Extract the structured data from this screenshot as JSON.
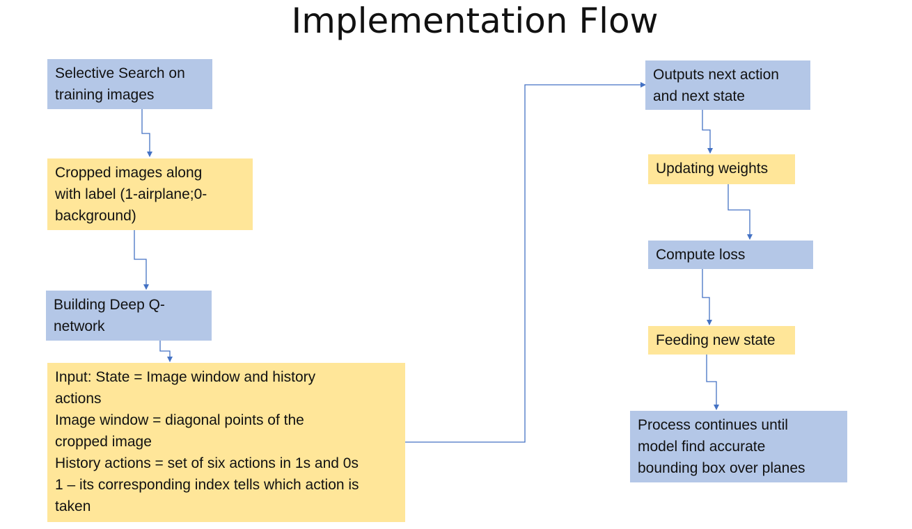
{
  "title": "Implementation Flow",
  "colors": {
    "blue_box": "#b4c7e7",
    "yellow_box": "#ffe699",
    "connector": "#4472c4"
  },
  "boxes": [
    {
      "id": "selective-search",
      "text": "Selective Search on\ntraining images"
    },
    {
      "id": "cropped-images",
      "text": "Cropped images along\nwith label (1-airplane;0-\nbackground)"
    },
    {
      "id": "building-dqn",
      "text": "Building Deep Q-\nnetwork"
    },
    {
      "id": "input-state",
      "text": "Input: State = Image window and history\nactions\nImage window = diagonal points of the\ncropped image\nHistory actions = set of six actions in 1s and 0s\n1 – its corresponding index tells which action is\ntaken"
    },
    {
      "id": "outputs-next",
      "text": "Outputs next action\nand next state"
    },
    {
      "id": "updating-weights",
      "text": "Updating weights"
    },
    {
      "id": "compute-loss",
      "text": "Compute loss"
    },
    {
      "id": "feeding-state",
      "text": "Feeding new state"
    },
    {
      "id": "process-continues",
      "text": "Process continues until\nmodel find accurate\nbounding box over planes"
    }
  ]
}
